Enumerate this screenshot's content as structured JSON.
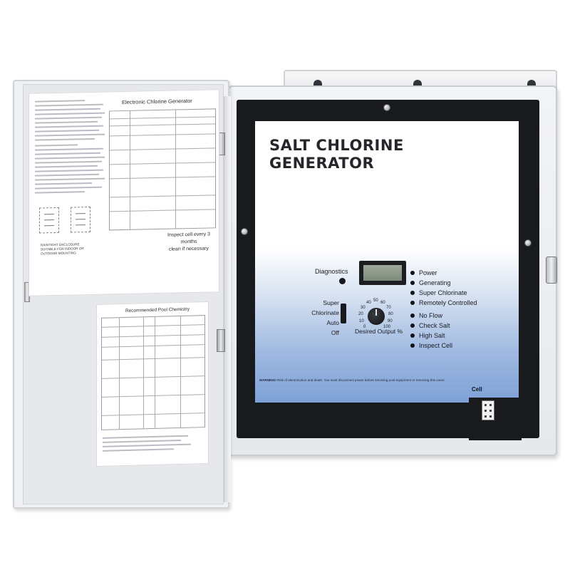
{
  "image": {
    "subject": "open salt chlorine generator control box",
    "colors": {
      "panel_gradient_top": "#ffffff",
      "panel_gradient_bottom": "#7ea1d6",
      "frame": "#181a1e",
      "housing": "#eceef1"
    }
  },
  "panel": {
    "title_line1": "SALT CHLORINE",
    "title_line2": "GENERATOR",
    "diagnostics": "Diagnostics",
    "modes": [
      "Super Chlorinate",
      "Auto",
      "Off"
    ],
    "dial_scale": [
      "0",
      "10",
      "20",
      "30",
      "40",
      "50",
      "60",
      "70",
      "80",
      "90",
      "100"
    ],
    "desired_output": "Desired Output %",
    "status_lights": [
      "Power",
      "Generating",
      "Super Chlorinate",
      "Remotely Controlled",
      "No Flow",
      "Check Salt",
      "High Salt",
      "Inspect Cell"
    ],
    "warning_prefix": "WARNING!",
    "warning_text": "Risk of electrocution and death. You must disconnect power before servicing pool equipment or removing this cover.",
    "cell_label": "Cell"
  },
  "door": {
    "sheet_top_title": "Electronic Chlorine Generator",
    "inspect_note_line1": "Inspect cell every 3 months",
    "inspect_note_line2": "clean if necessary",
    "enclosure_note_line1": "RAINTIGHT ENCLOSURE",
    "enclosure_note_line2": "SUITABLE FOR INDOOR OR",
    "enclosure_note_line3": "OUTDOOR MOUNTING",
    "sheet_bottom_title": "Recommended Pool Chemistry"
  }
}
